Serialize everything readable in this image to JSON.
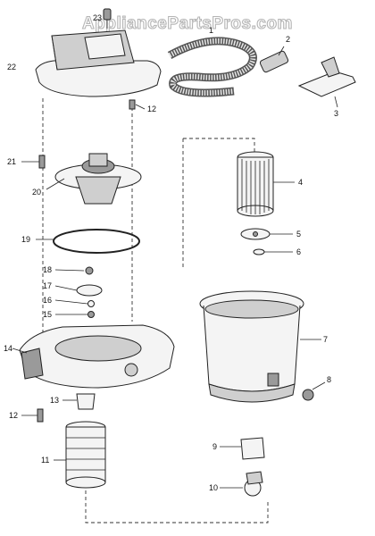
{
  "watermark": "AppliancePartsPros.com",
  "labels": {
    "p1": "1",
    "p2": "2",
    "p3": "3",
    "p4": "4",
    "p5": "5",
    "p6": "6",
    "p7": "7",
    "p8": "8",
    "p9": "9",
    "p10": "10",
    "p11": "11",
    "p12a": "12",
    "p12b": "12",
    "p13": "13",
    "p14": "14",
    "p15": "15",
    "p16": "16",
    "p17": "17",
    "p18": "18",
    "p19": "19",
    "p20": "20",
    "p21": "21",
    "p22": "22",
    "p23": "23"
  }
}
